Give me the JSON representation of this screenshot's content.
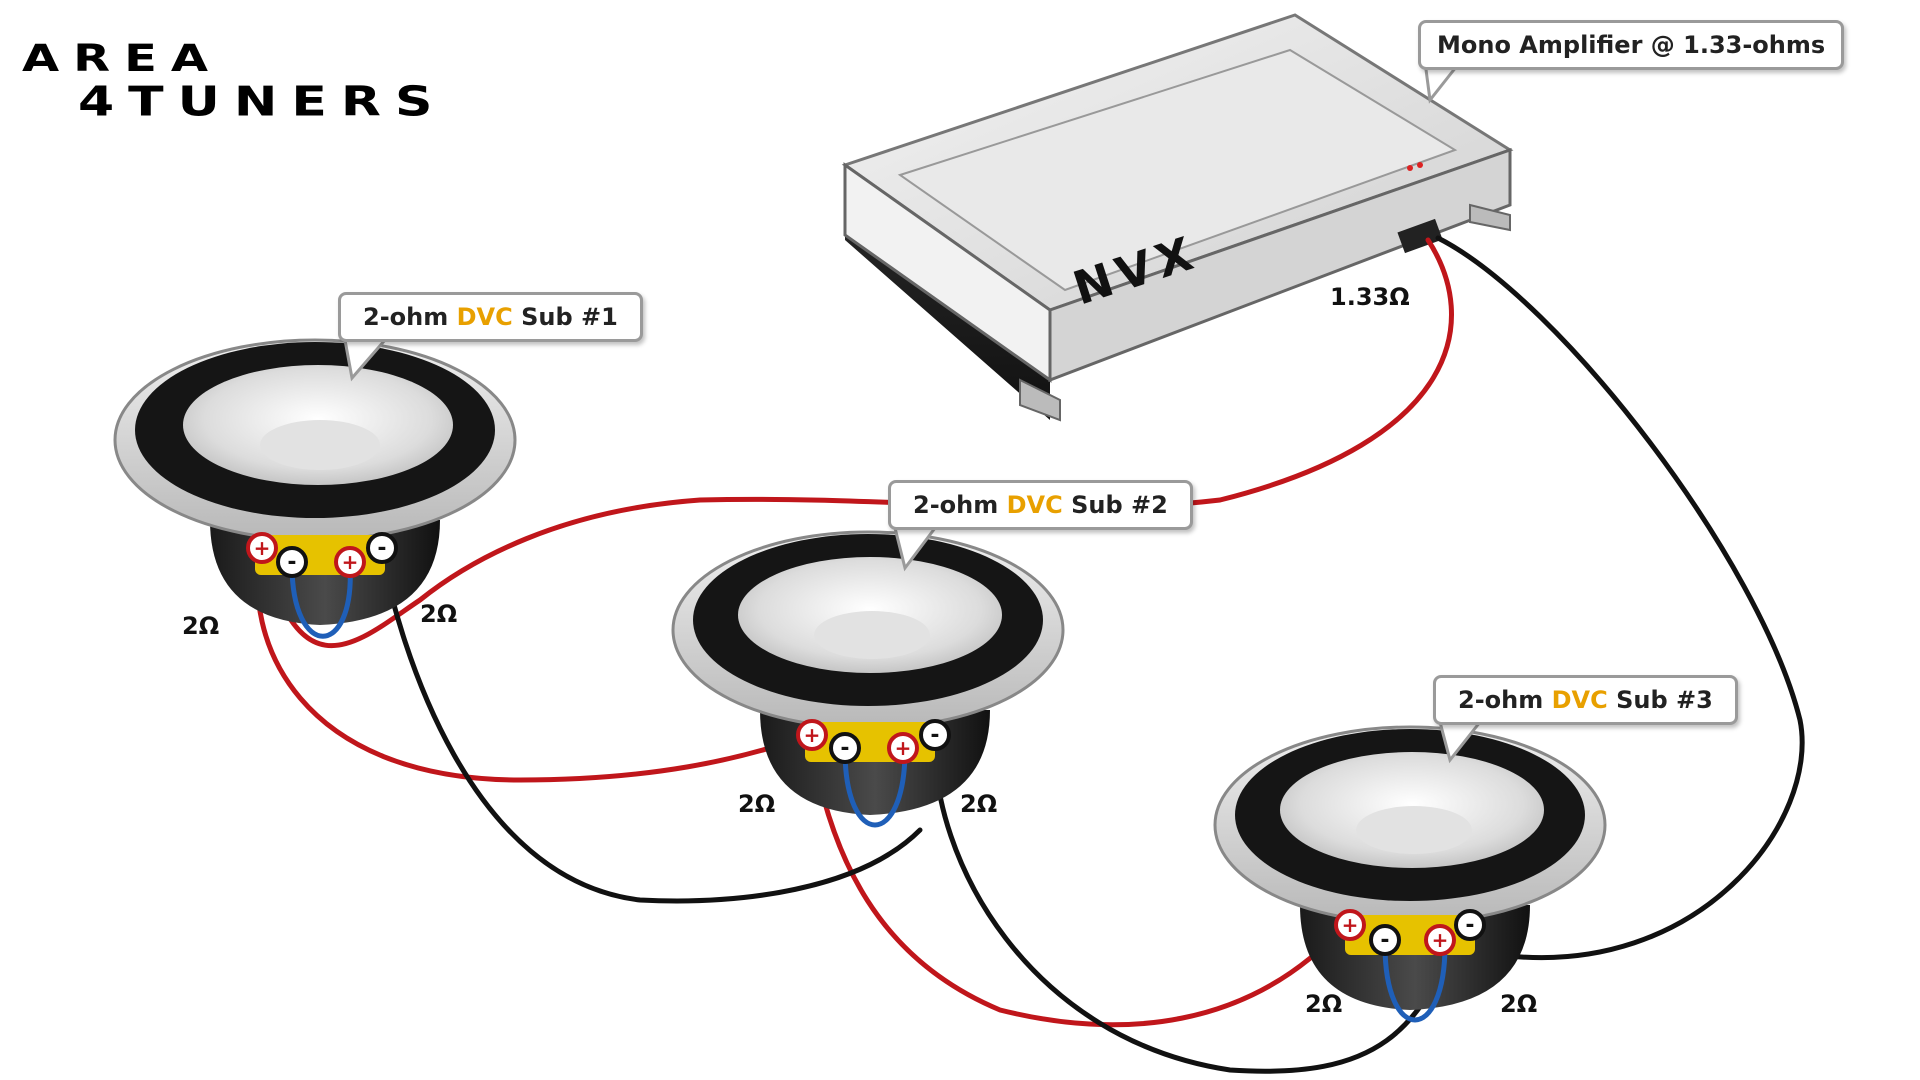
{
  "logo": {
    "line1": "AREA",
    "line2": "4TUNERS"
  },
  "amplifier": {
    "callout": "Mono Amplifier @ 1.33-ohms",
    "brand": "NVX",
    "output_impedance": "1.33Ω"
  },
  "subs": [
    {
      "callout_pre": "2-ohm ",
      "callout_accent": "DVC",
      "callout_post": " Sub #1",
      "coil_left": "2Ω",
      "coil_right": "2Ω"
    },
    {
      "callout_pre": "2-ohm ",
      "callout_accent": "DVC",
      "callout_post": " Sub #2",
      "coil_left": "2Ω",
      "coil_right": "2Ω"
    },
    {
      "callout_pre": "2-ohm ",
      "callout_accent": "DVC",
      "callout_post": " Sub #3",
      "coil_left": "2Ω",
      "coil_right": "2Ω"
    }
  ],
  "terminal_symbols": {
    "positive": "+",
    "negative": "-"
  },
  "colors": {
    "positive_wire": "#c0161b",
    "negative_wire": "#111111",
    "jumper_wire": "#1f5fb8",
    "accent": "#e8a000"
  }
}
